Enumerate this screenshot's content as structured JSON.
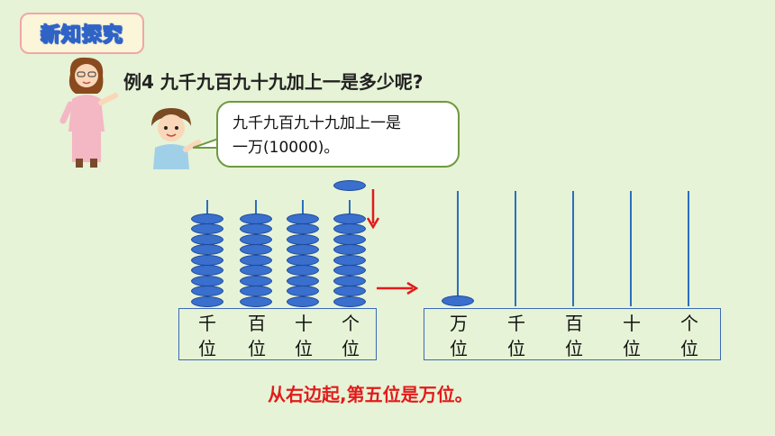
{
  "badge": {
    "label": "新知探究"
  },
  "example": {
    "title": "例4  九千九百九十九加上一是多少呢?"
  },
  "speech": {
    "line1": "九千九百九十九加上一是",
    "line2": "一万(10000)。"
  },
  "abacus_left": {
    "places": [
      {
        "top": "千",
        "bottom": "位",
        "beads": 9
      },
      {
        "top": "百",
        "bottom": "位",
        "beads": 9
      },
      {
        "top": "十",
        "bottom": "位",
        "beads": 9
      },
      {
        "top": "个",
        "bottom": "位",
        "beads": 9
      }
    ],
    "extra_bead_place": "个"
  },
  "abacus_right": {
    "places": [
      {
        "top": "万",
        "bottom": "位",
        "beads": 1
      },
      {
        "top": "千",
        "bottom": "位",
        "beads": 0
      },
      {
        "top": "百",
        "bottom": "位",
        "beads": 0
      },
      {
        "top": "十",
        "bottom": "位",
        "beads": 0
      },
      {
        "top": "个",
        "bottom": "位",
        "beads": 0
      }
    ]
  },
  "conclusion": {
    "text": "从右边起,第五位是万位。"
  },
  "colors": {
    "bead": "#3a6fcd",
    "arrow": "#e11b1b",
    "accent": "#2f63c6"
  }
}
